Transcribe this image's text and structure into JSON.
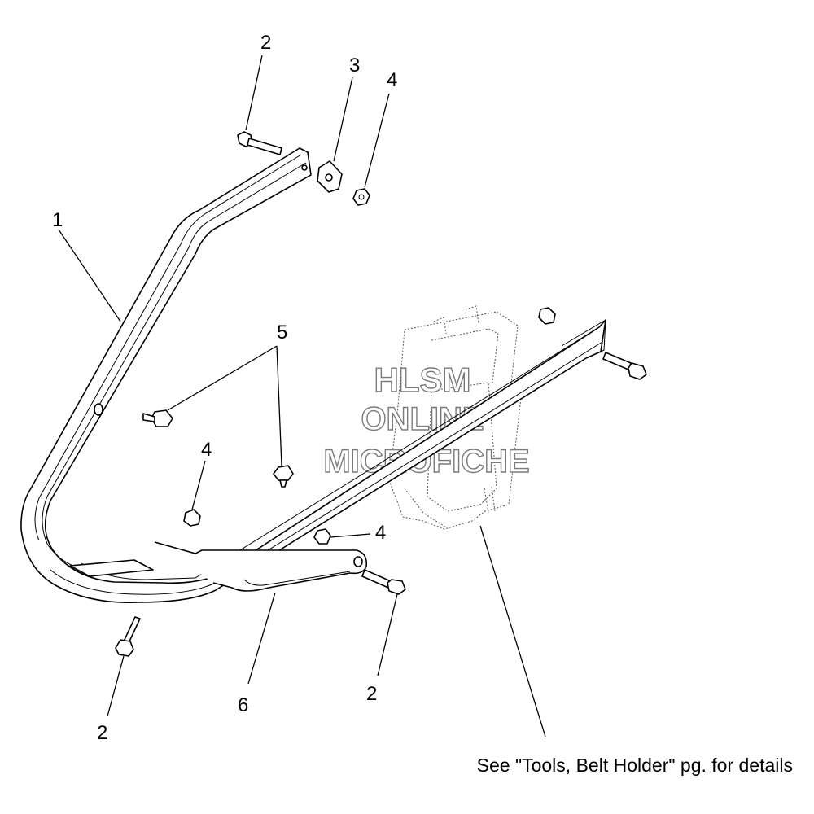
{
  "callouts": {
    "c1": "1",
    "c2_top": "2",
    "c3": "3",
    "c4_top": "4",
    "c5": "5",
    "c4_left": "4",
    "c4_mid": "4",
    "c2_right": "2",
    "c6": "6",
    "c2_bottom": "2"
  },
  "note": "See \"Tools, Belt Holder\" pg. for details",
  "watermark": {
    "line1": "HLSM",
    "line2": "ONLINE",
    "line3": "MICROFICHE"
  }
}
